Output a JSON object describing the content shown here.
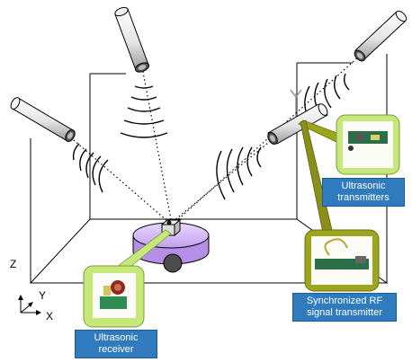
{
  "labels": {
    "receiver": [
      "Ultrasonic",
      "receiver"
    ],
    "transmitters": [
      "Ultrasonic",
      "transmitters"
    ],
    "rf": [
      "Synchronized RF",
      "signal transmitter"
    ]
  },
  "axes": {
    "z": "Z",
    "y": "Y",
    "x": "X"
  },
  "colors": {
    "caption_bg": "#2f7bbd",
    "photo_frame": "#c6e87a",
    "rf_frame": "#9ca51c",
    "robot_body": "#c9a9f2",
    "connector": "#8a8f1c"
  }
}
